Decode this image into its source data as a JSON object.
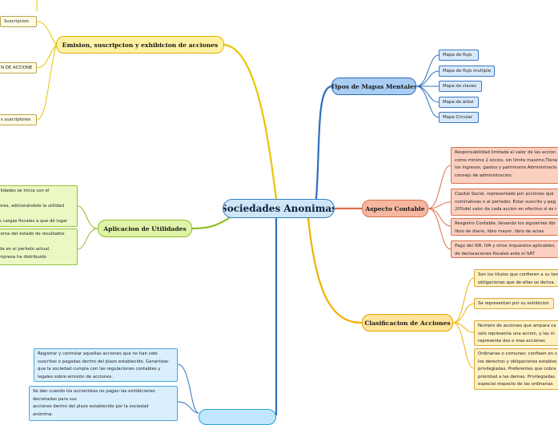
{
  "central": "Sociedades Anonimas",
  "topics": {
    "emision": "Emision, suscripcion y exhibicion  de acciones",
    "mapas": "Tipos de Mapas Mentales",
    "contable": "Aspecto Contable",
    "utilidades": "Aplicacion de Utilidades",
    "clasificacion": "Clasificacion de Acciones"
  },
  "emision_leaves": [
    "Suscripcion",
    "N DE ACCIONE",
    "s suscriptores"
  ],
  "mapas_leaves": [
    "Mapa de flujo",
    "Mapa de flujo multiple",
    "Mapa de claves",
    "Mapa de árbol",
    "Mapa Circular"
  ],
  "contable_leaves": [
    [
      "Responsabilidad limitada al valor de las accion",
      "como minimo 2 socios, sin limite maximo.Tiene",
      "los ingresos, gastos y patrimonio.Administracio",
      "consejo de administracion."
    ],
    [
      "Capital Social, representado por acciones que",
      "nominativas o al portador. Estar suscrito y pag",
      "20%del valor de cada accion en efectivo si es r"
    ],
    [
      "Resgistro Contable, llevando los siguientes libr",
      "libro de diario, libro mayor, libro de actas"
    ],
    [
      "Pago del ISR, IVA y otros impuestos aplicables,",
      "de declaraciones fiscales ante el SAT"
    ]
  ],
  "clasificacion_leaves": [
    [
      "Son los titulos que confieren a su ten",
      "obligaciones que de ellas se deriva."
    ],
    [
      "Se representan por su exhibicion"
    ],
    [
      "Numero de acciones que ampara ca",
      "solo representa una accion, y las m",
      "represente dos o mas acciones"
    ],
    [
      "Ordinarias o comunes: confieen en s",
      "los derechos y obligaciones establec",
      "privilegiadas.  Preferentes que cobra",
      "prioridad a las demas. Privilegiadas",
      "especial respecto de las ordinarias"
    ]
  ],
  "utilidades_leaves": [
    [
      "ilidades se inicia con el",
      "",
      "ores, adicionándole la utilidad",
      "",
      "s cargas fiscales a que dé lugar"
    ],
    [
      "ioma del estado de resultados",
      "",
      "da en el período actual.",
      "mpresa ha distribuido"
    ]
  ],
  "bottom_leaves": [
    [
      "Registrar y controlar aquellas acciones que no han sido",
      "suscritas o pagadas dentro del plazo establecido. Garantizar",
      "que la sociedad cumpla con las regulaciones contables y",
      "legales sobre emisión de acciones."
    ],
    [
      "Se dan cuando los accionistas no pagan las exhibiciones",
      "decretadas para sus",
      "acciones dentro del plazo establecido por la sociedad",
      "anónima."
    ]
  ]
}
